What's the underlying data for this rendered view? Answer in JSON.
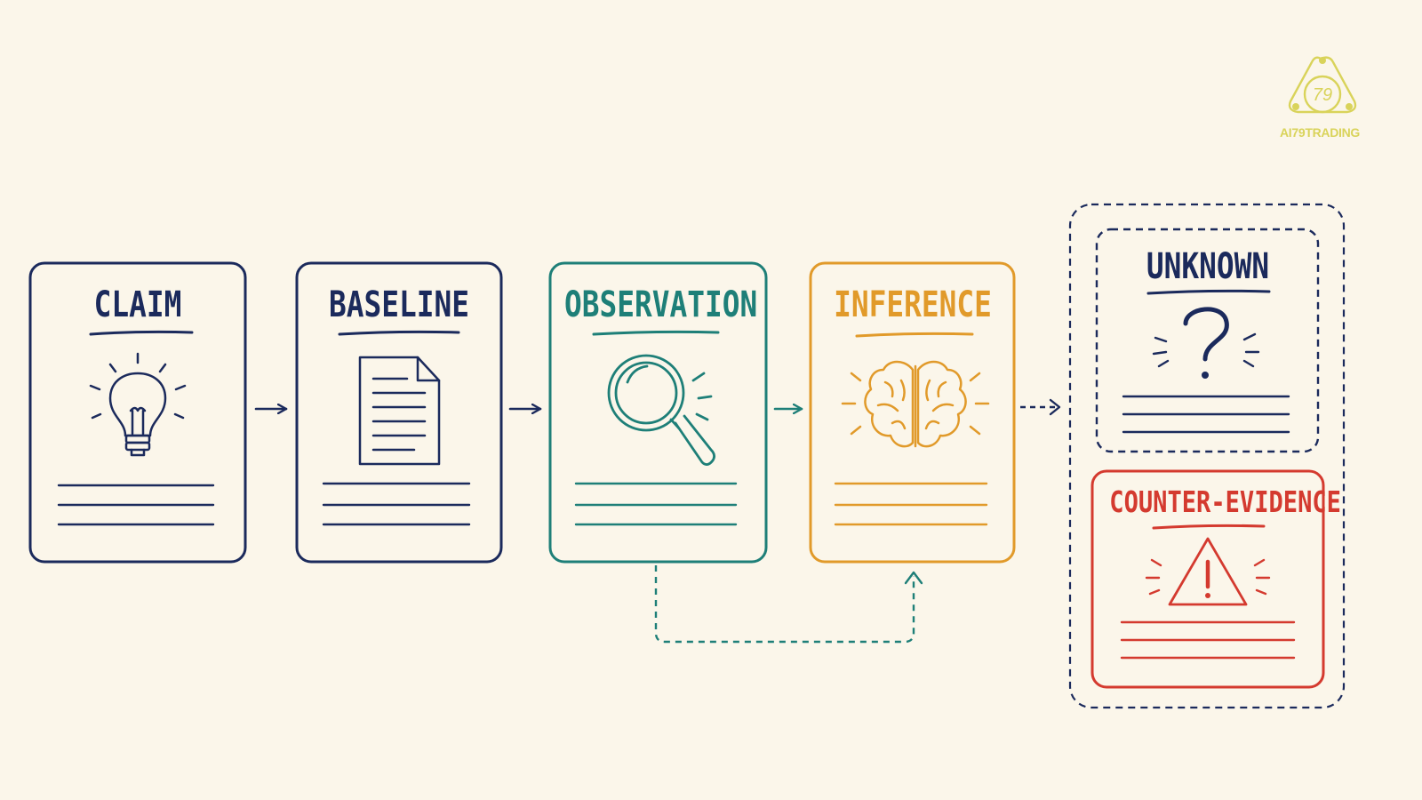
{
  "colors": {
    "background": "#fbf6ea",
    "claim": "#1b2a5c",
    "baseline": "#1b2a5c",
    "observation": "#1e7f78",
    "inference": "#e19a2a",
    "unknown": "#1b2a5c",
    "counter_evidence": "#d43a2f",
    "logo": "#d9d35a"
  },
  "cards": [
    {
      "id": "claim",
      "title": "CLAIM",
      "icon": "lightbulb-icon"
    },
    {
      "id": "baseline",
      "title": "BASELINE",
      "icon": "document-icon"
    },
    {
      "id": "observation",
      "title": "OBSERVATION",
      "icon": "magnifier-icon"
    },
    {
      "id": "inference",
      "title": "INFERENCE",
      "icon": "brain-icon"
    }
  ],
  "outcomes": [
    {
      "id": "unknown",
      "title": "UNKNOWN",
      "icon": "question-mark-icon"
    },
    {
      "id": "counter_evidence",
      "title": "COUNTER-EVIDENCE",
      "icon": "warning-icon"
    }
  ],
  "logo": {
    "text": "AI79TRADING",
    "badge_number": "79"
  }
}
